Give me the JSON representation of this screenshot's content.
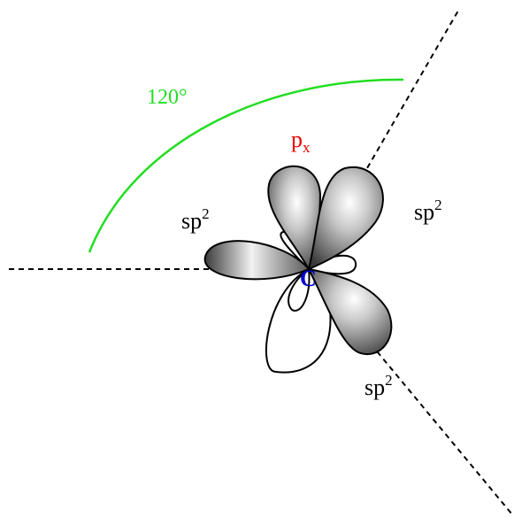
{
  "diagram": {
    "angle_label": "120°",
    "orbital_label": {
      "base": "p",
      "subscript": "x"
    },
    "hybrid_labels": [
      {
        "base": "sp",
        "superscript": "2"
      },
      {
        "base": "sp",
        "superscript": "2"
      },
      {
        "base": "sp",
        "superscript": "2"
      }
    ],
    "atom_label": "C",
    "colors": {
      "angle_arc": "#22dd22",
      "orbital_label": "#ee0000",
      "atom": "#0000cc",
      "axes": "#000000",
      "lobe_shade_dark": "#3a3a3a",
      "lobe_shade_light": "#ffffff"
    }
  }
}
